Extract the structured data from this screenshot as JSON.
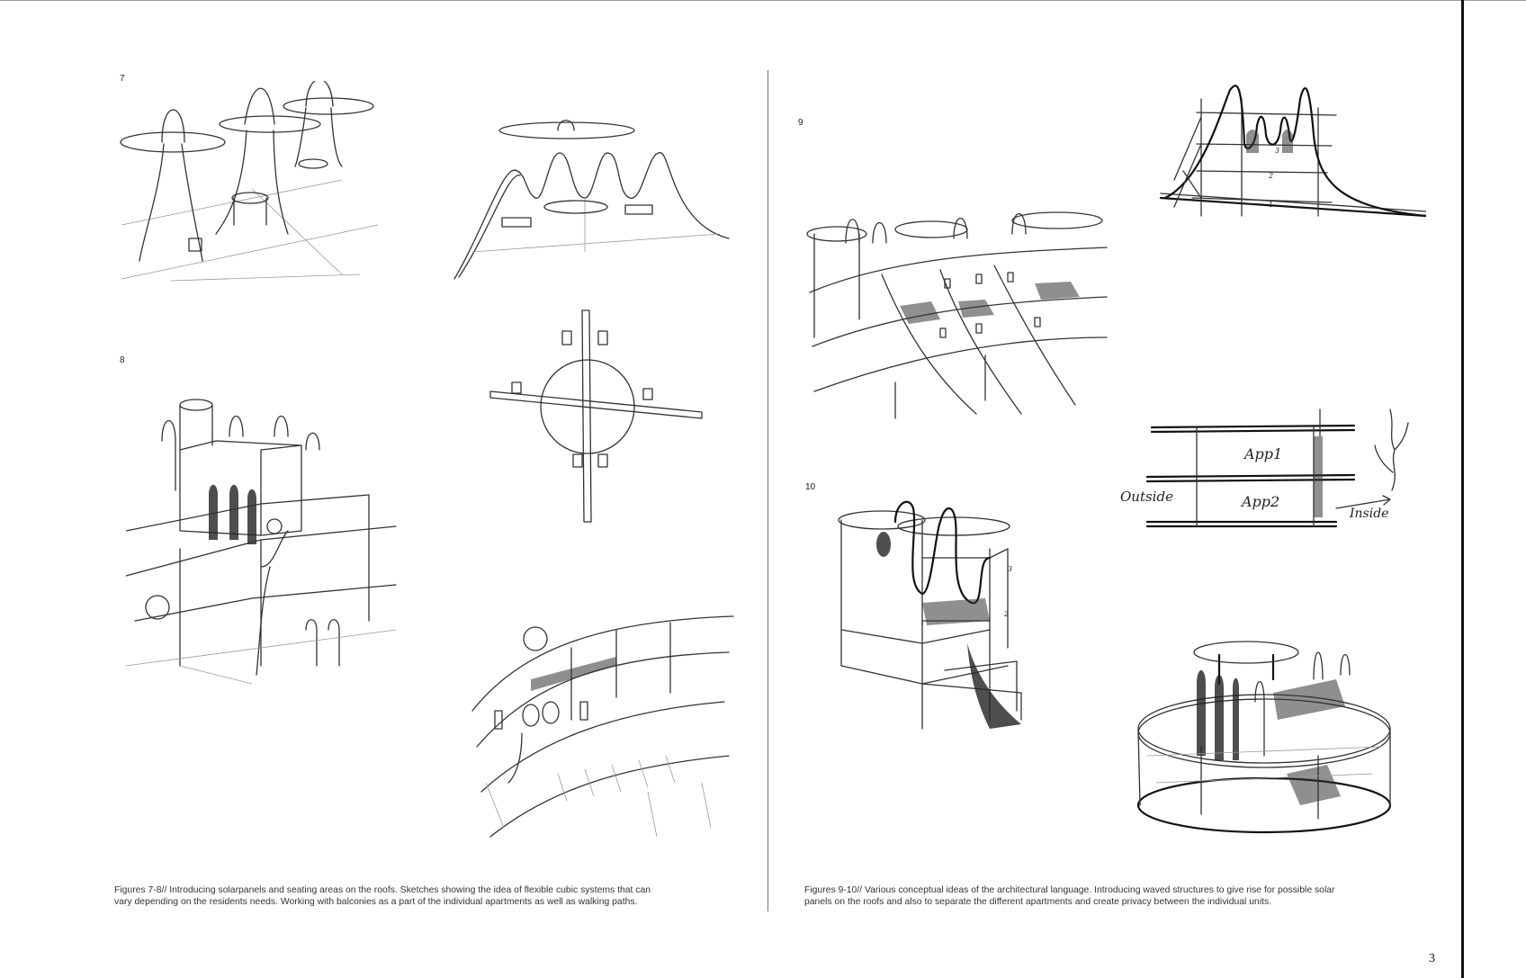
{
  "figure_labels": {
    "fig7": "7",
    "fig8": "8",
    "fig9": "9",
    "fig10": "10"
  },
  "sketch_annotations": {
    "appt1": "App1",
    "appt2": "App2",
    "outside": "Outside",
    "inside": "Inside",
    "floor1": "1",
    "floor2": "2",
    "floor3": "3"
  },
  "captions": {
    "left": [
      "Figures 7-8// Introducing solarpanels and seating areas on the roofs. Sketches showing the idea of flexible cubic systems  that can",
      "vary depending on the residents needs. Working with balconies as a part of the individual apartments as well as walking paths."
    ],
    "right": [
      "Figures 9-10// Various conceptual ideas of the architectural language. Introducing waved structures to give rise for possible solar",
      "panels on the roofs and also to separate the different apartments and create privacy between the individual units."
    ]
  },
  "page_number": "3"
}
